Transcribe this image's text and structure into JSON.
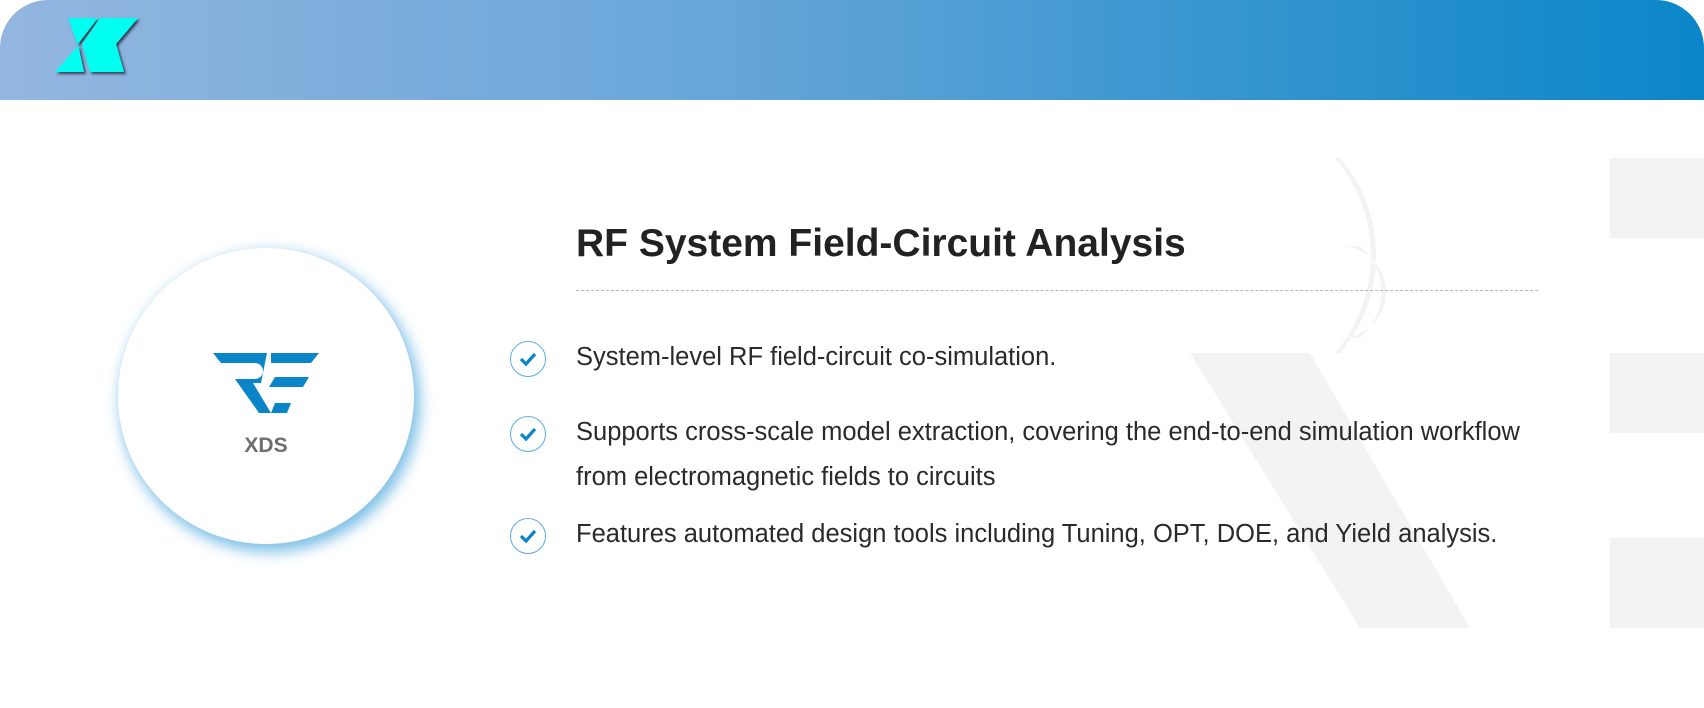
{
  "header": {
    "logo": "XK"
  },
  "product": {
    "logo_text": "RE",
    "name": "XDS"
  },
  "section": {
    "title": "RF System Field-Circuit Analysis",
    "features": [
      {
        "icon": "check-icon",
        "text": "System-level RF field-circuit co-simulation."
      },
      {
        "icon": "check-icon",
        "text": "Supports cross-scale model extraction, covering the end-to-end simulation workflow from electromagnetic fields to circuits"
      },
      {
        "icon": "check-icon",
        "text": "Features automated design tools including Tuning, OPT, DOE, and Yield analysis."
      }
    ]
  },
  "colors": {
    "accent": "#0a86c8",
    "brand_cyan": "#00fff0",
    "watermark": "#f3f3f3"
  }
}
